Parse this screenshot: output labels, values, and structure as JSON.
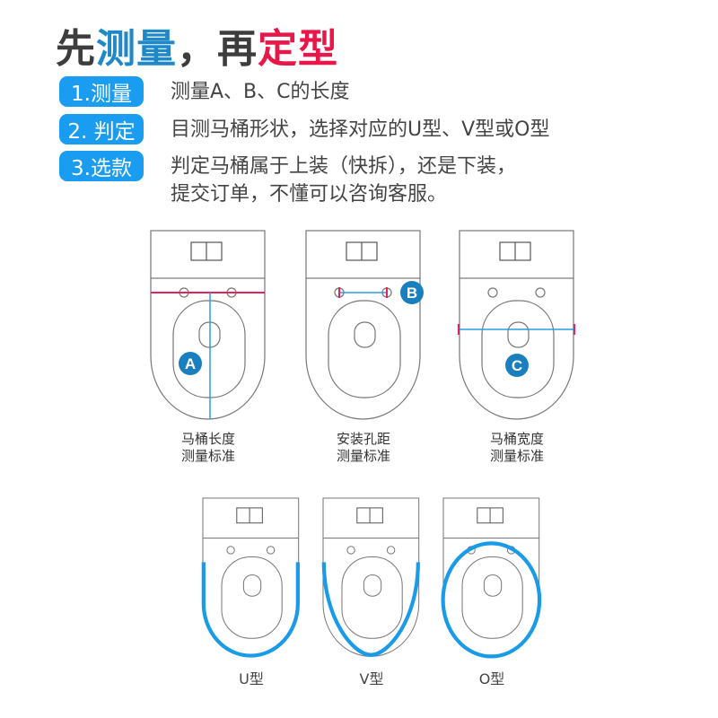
{
  "header": {
    "title_part1": "先",
    "title_part2": "测量",
    "title_part3": "，再",
    "title_part4": "定型"
  },
  "steps": [
    {
      "badge": "1.测量",
      "text": "测量A、B、C的长度"
    },
    {
      "badge": "2. 判定",
      "text": "目测马桶形状，选择对应的U型、V型或O型"
    },
    {
      "badge": "3.选款",
      "text_line1": "判定马桶属于上装（快拆），还是下装，",
      "text_line2": "提交订单，不懂可以咨询客服。"
    }
  ],
  "measurements": [
    {
      "marker": "A",
      "caption_line1": "马桶长度",
      "caption_line2": "测量标准"
    },
    {
      "marker": "B",
      "caption_line1": "安装孔距",
      "caption_line2": "测量标准"
    },
    {
      "marker": "C",
      "caption_line1": "马桶宽度",
      "caption_line2": "测量标准"
    }
  ],
  "shapes": [
    {
      "label": "U型"
    },
    {
      "label": "V型"
    },
    {
      "label": "O型"
    }
  ],
  "colors": {
    "accent_blue": "#1a9cf0",
    "marker_blue": "#1a7fbf",
    "line_red": "#e0245e",
    "outline_blue": "#1a9be8"
  }
}
